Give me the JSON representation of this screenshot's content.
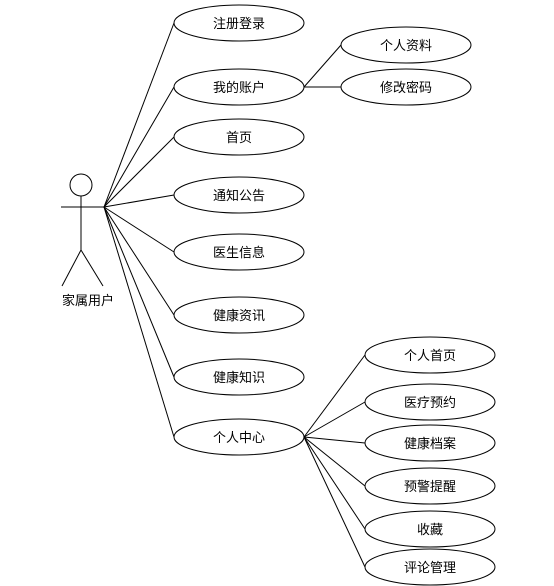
{
  "actor": {
    "label": "家属用户"
  },
  "use_cases": [
    {
      "id": "register",
      "label": "注册登录"
    },
    {
      "id": "my-account",
      "label": "我的账户"
    },
    {
      "id": "home",
      "label": "首页"
    },
    {
      "id": "notices",
      "label": "通知公告"
    },
    {
      "id": "doctor-info",
      "label": "医生信息"
    },
    {
      "id": "health-news",
      "label": "健康资讯"
    },
    {
      "id": "health-knowledge",
      "label": "健康知识"
    },
    {
      "id": "personal-center",
      "label": "个人中心"
    }
  ],
  "account_children": [
    {
      "id": "profile",
      "label": "个人资料"
    },
    {
      "id": "change-password",
      "label": "修改密码"
    }
  ],
  "center_children": [
    {
      "id": "personal-home",
      "label": "个人首页"
    },
    {
      "id": "appointment",
      "label": "医疗预约"
    },
    {
      "id": "health-records",
      "label": "健康档案"
    },
    {
      "id": "alert",
      "label": "预警提醒"
    },
    {
      "id": "favorites",
      "label": "收藏"
    },
    {
      "id": "comments",
      "label": "评论管理"
    }
  ],
  "colors": {
    "stroke": "#000000",
    "fill": "#ffffff",
    "text": "#000000"
  }
}
